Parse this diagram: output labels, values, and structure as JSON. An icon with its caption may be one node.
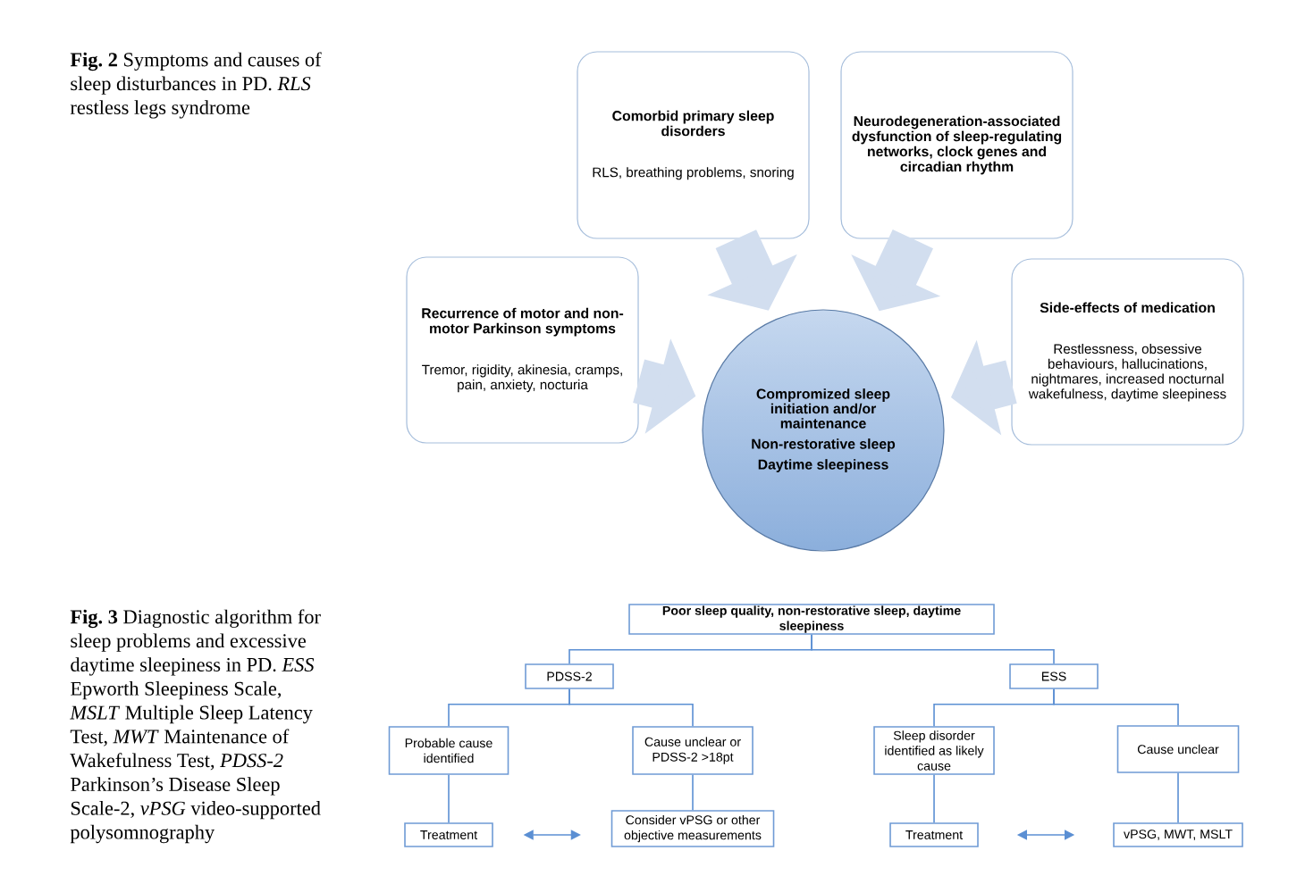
{
  "diagram": {
    "nodes": [
      {
        "text": [
          "Comorbid primary sleep disorders",
          "RLS, breathing problems, snoring"
        ]
      },
      {
        "text": [
          "Neurodegeneration-associated dysfunction of sleep-regulating networks, clock genes and circadian rhythm"
        ]
      },
      {
        "text": [
          "Recurrence of motor and non-motor Parkinson symptoms",
          "Tremor, rigidity, akinesia, cramps, pain, anxiety, nocturia"
        ]
      },
      {
        "text": [
          "Compromized sleep initiation and/or maintenance",
          "Non-restorative sleep",
          "Daytime sleepiness"
        ]
      },
      {
        "text": [
          "Side-effects of medication",
          "Restlessness, obsessive behaviours, hallucinations, nightmares, increased nocturnal wakefulness, daytime sleepiness"
        ]
      },
      {
        "text": [
          "Poor sleep quality, non-restorative sleep, daytime sleepiness"
        ]
      },
      {
        "text": [
          "PDSS-2"
        ]
      },
      {
        "text": [
          "ESS"
        ]
      },
      {
        "text": [
          "Probable cause identified"
        ]
      },
      {
        "text": [
          "Cause unclear or PDSS-2 >18pt"
        ]
      },
      {
        "text": [
          "Sleep disorder identified as likely cause"
        ]
      },
      {
        "text": [
          "Cause unclear"
        ]
      },
      {
        "text": [
          "Treatment"
        ]
      },
      {
        "text": [
          "Consider vPSG or other objective measurements"
        ]
      },
      {
        "text": [
          "Treatment"
        ]
      },
      {
        "text": [
          "vPSG, MWT, MSLT"
        ]
      }
    ],
    "edges": [
      {
        "from": 0,
        "to": 3,
        "arrow": "to",
        "style": "thick",
        "color": "#d2deef"
      },
      {
        "from": 1,
        "to": 3,
        "arrow": "to",
        "style": "thick",
        "color": "#d2deef"
      },
      {
        "from": 2,
        "to": 3,
        "arrow": "to",
        "style": "thick",
        "color": "#d2deef"
      },
      {
        "from": 4,
        "to": 3,
        "arrow": "to",
        "style": "thick",
        "color": "#d2deef"
      },
      {
        "from": 5,
        "to": 6,
        "arrow": "none"
      },
      {
        "from": 5,
        "to": 7,
        "arrow": "none"
      },
      {
        "from": 6,
        "to": 8,
        "arrow": "none"
      },
      {
        "from": 6,
        "to": 9,
        "arrow": "none"
      },
      {
        "from": 7,
        "to": 10,
        "arrow": "none"
      },
      {
        "from": 7,
        "to": 11,
        "arrow": "none"
      },
      {
        "from": 8,
        "to": 12,
        "arrow": "none"
      },
      {
        "from": 9,
        "to": 13,
        "arrow": "none"
      },
      {
        "from": 10,
        "to": 14,
        "arrow": "none"
      },
      {
        "from": 11,
        "to": 15,
        "arrow": "none"
      },
      {
        "from": 12,
        "to": 13,
        "arrow": "both"
      },
      {
        "from": 14,
        "to": 15,
        "arrow": "both"
      }
    ],
    "labels": [
      "**Fig. 2** Symptoms and causes of sleep disturbances in PD. *RLS* restless legs syndrome",
      "**Fig. 3** Diagnostic algorithm for sleep problems and excessive daytime sleepiness in PD. *ESS* Epworth Sleepiness Scale, *MSLT* Multiple Sleep Latency Test, *MWT* Maintenance of Wakefulness Test, *PDSS-2* Parkinson’s Disease Sleep Scale-2, *vPSG* video-supported polysomnography"
    ]
  }
}
